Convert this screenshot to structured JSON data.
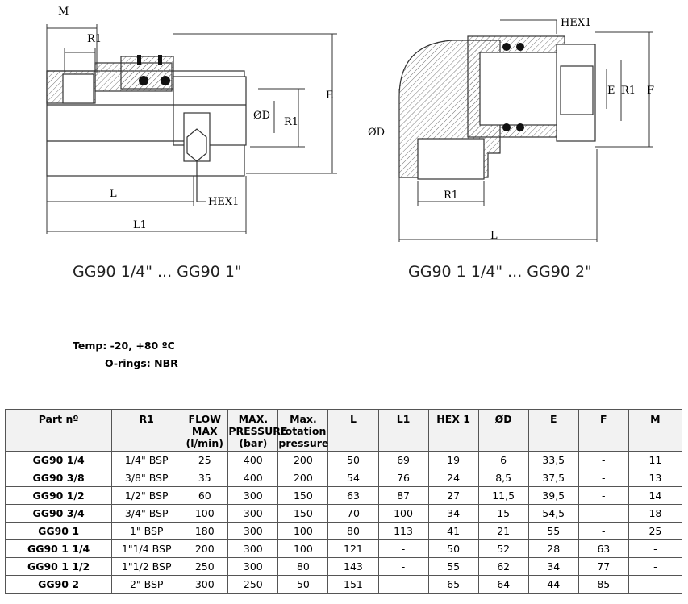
{
  "drawings": {
    "left": {
      "caption": "GG90 1/4\" ... GG90 1\"",
      "labels": {
        "m": "M",
        "r1_top": "R1",
        "e": "E",
        "od": "ØD",
        "r1_side": "R1",
        "l": "L",
        "hex1": "HEX1",
        "l1": "L1"
      }
    },
    "right": {
      "caption": "GG90 1 1/4\" ... GG90 2\"",
      "labels": {
        "hex1": "HEX1",
        "e": "E",
        "r1_side": "R1",
        "f": "F",
        "od": "ØD",
        "r1_bottom": "R1",
        "l": "L"
      }
    }
  },
  "notes": {
    "temp": "Temp: -20, +80 ºC",
    "orings": "O-rings: NBR"
  },
  "table": {
    "headers": [
      "Part nº",
      "R1",
      "FLOW MAX (l/min)",
      "MAX. PRESSURE (bar)",
      "Max. rotation pressure",
      "L",
      "L1",
      "HEX 1",
      "ØD",
      "E",
      "F",
      "M"
    ],
    "rows": [
      [
        "GG90 1/4",
        "1/4\" BSP",
        "25",
        "400",
        "200",
        "50",
        "69",
        "19",
        "6",
        "33,5",
        "-",
        "11"
      ],
      [
        "GG90 3/8",
        "3/8\" BSP",
        "35",
        "400",
        "200",
        "54",
        "76",
        "24",
        "8,5",
        "37,5",
        "-",
        "13"
      ],
      [
        "GG90 1/2",
        "1/2\" BSP",
        "60",
        "300",
        "150",
        "63",
        "87",
        "27",
        "11,5",
        "39,5",
        "-",
        "14"
      ],
      [
        "GG90 3/4",
        "3/4\" BSP",
        "100",
        "300",
        "150",
        "70",
        "100",
        "34",
        "15",
        "54,5",
        "-",
        "18"
      ],
      [
        "GG90 1",
        "1\" BSP",
        "180",
        "300",
        "100",
        "80",
        "113",
        "41",
        "21",
        "55",
        "-",
        "25"
      ],
      [
        "GG90 1 1/4",
        "1\"1/4 BSP",
        "200",
        "300",
        "100",
        "121",
        "-",
        "50",
        "52",
        "28",
        "63",
        "-"
      ],
      [
        "GG90 1 1/2",
        "1\"1/2 BSP",
        "250",
        "300",
        "80",
        "143",
        "-",
        "55",
        "62",
        "34",
        "77",
        "-"
      ],
      [
        "GG90 2",
        "2\" BSP",
        "300",
        "250",
        "50",
        "151",
        "-",
        "65",
        "64",
        "44",
        "85",
        "-"
      ]
    ]
  }
}
